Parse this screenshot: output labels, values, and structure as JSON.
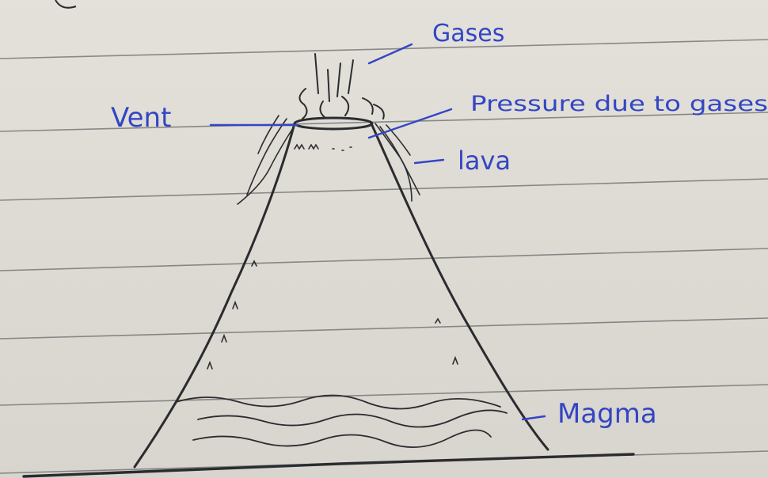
{
  "labels": {
    "gases": "Gases",
    "pressure": "Pressure due to gases",
    "vent": "Vent",
    "lava": "lava",
    "magma": "Magma"
  },
  "colors": {
    "paper": "#dedbd4",
    "ruled_line": "#5f6063",
    "ink_label": "#3346c4",
    "ink_drawing": "#2b2c30"
  }
}
